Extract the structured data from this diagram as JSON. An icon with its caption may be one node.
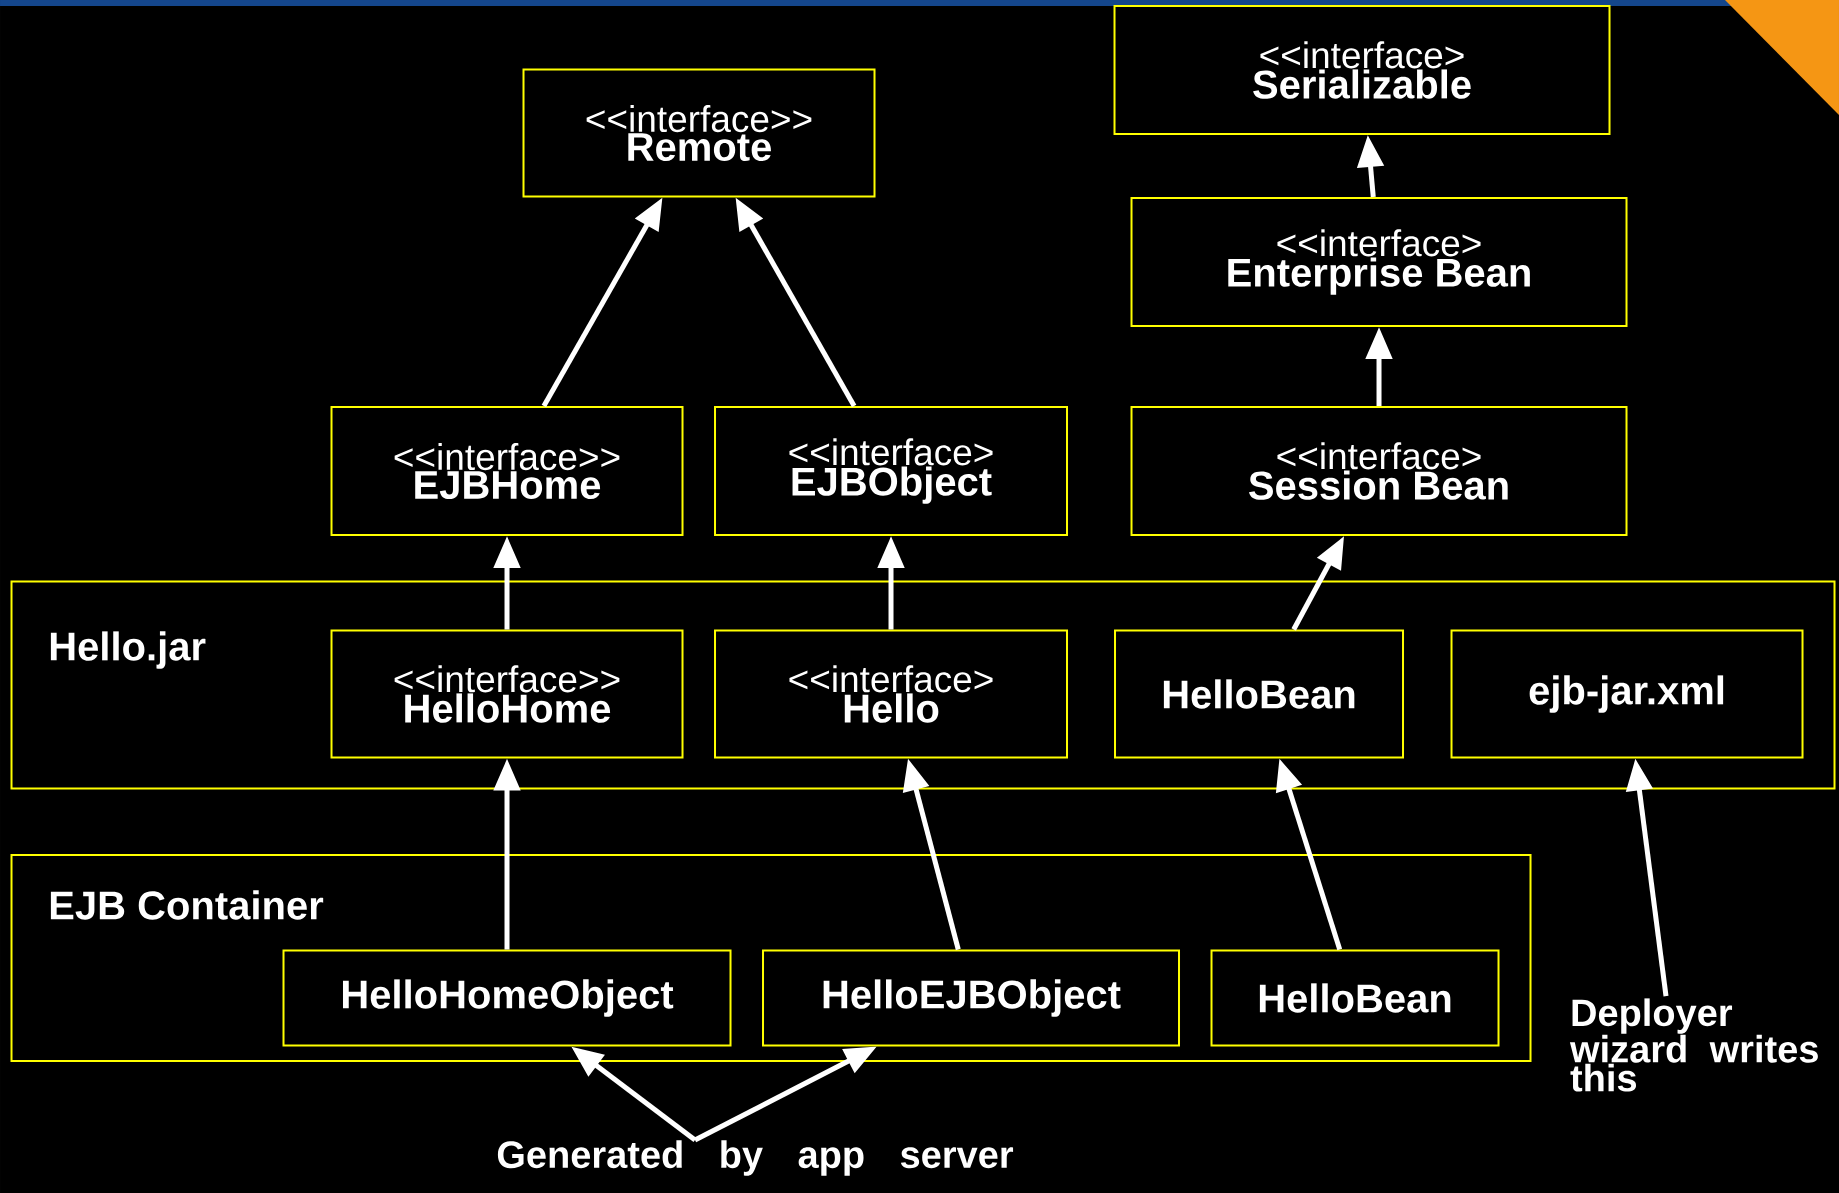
{
  "diagram": {
    "nodes": [
      {
        "text": [
          "<<interface>>",
          "Remote"
        ]
      },
      {
        "text": [
          "<<interface>",
          "Serializable"
        ]
      },
      {
        "text": [
          "<<interface>",
          "Enterprise Bean"
        ]
      },
      {
        "text": [
          "<<interface>>",
          "EJBHome"
        ]
      },
      {
        "text": [
          "<<interface>",
          "EJBObject"
        ]
      },
      {
        "text": [
          "<<interface>",
          "Session Bean"
        ]
      },
      {
        "text": [
          "Hello.jar"
        ]
      },
      {
        "text": [
          "<<interface>>",
          "HelloHome"
        ],
        "in": 6
      },
      {
        "text": [
          "<<interface>",
          "Hello"
        ],
        "in": 6
      },
      {
        "text": [
          "HelloBean"
        ],
        "in": 6
      },
      {
        "text": [
          "ejb-jar.xml"
        ],
        "in": 6
      },
      {
        "text": [
          "EJB  Container"
        ]
      },
      {
        "text": [
          "HelloHomeObject"
        ],
        "in": 11
      },
      {
        "text": [
          "HelloEJBObject"
        ],
        "in": 11
      },
      {
        "text": [
          "HelloBean"
        ],
        "in": 11
      },
      {
        "text": [
          "Deployer wizard writes this"
        ]
      },
      {
        "text": [
          "Generated by app server"
        ]
      }
    ],
    "edges": [
      {
        "from": 3,
        "to": 0,
        "arrow": "to"
      },
      {
        "from": 4,
        "to": 0,
        "arrow": "to"
      },
      {
        "from": 2,
        "to": 1,
        "arrow": "to"
      },
      {
        "from": 5,
        "to": 2,
        "arrow": "to"
      },
      {
        "from": 7,
        "to": 3,
        "arrow": "to"
      },
      {
        "from": 8,
        "to": 4,
        "arrow": "to"
      },
      {
        "from": 9,
        "to": 5,
        "arrow": "to"
      },
      {
        "from": 12,
        "to": 7,
        "arrow": "to"
      },
      {
        "from": 13,
        "to": 8,
        "arrow": "to"
      },
      {
        "from": 14,
        "to": 9,
        "arrow": "to"
      },
      {
        "from": 15,
        "to": 10,
        "arrow": "to"
      },
      {
        "from": 16,
        "to": 12,
        "arrow": "to"
      },
      {
        "from": 16,
        "to": 13,
        "arrow": "to"
      }
    ]
  }
}
